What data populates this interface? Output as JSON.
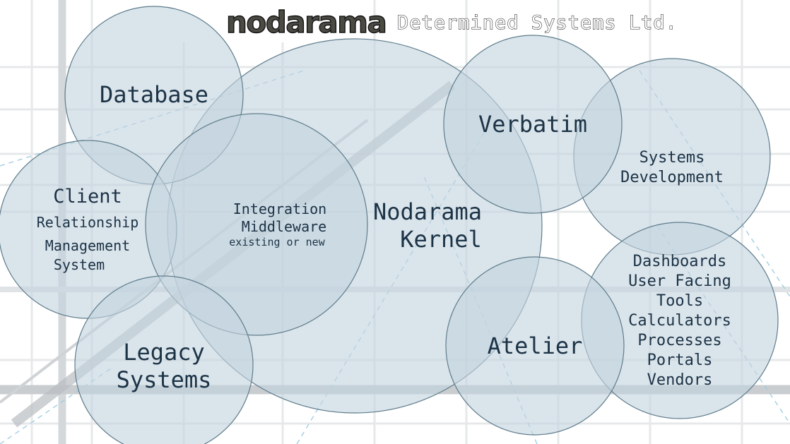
{
  "header": {
    "brand": "nodarama",
    "tagline": "Determined Systems Ltd."
  },
  "bubbles": {
    "database": [
      "Database"
    ],
    "crm": [
      "Client",
      "Relationship",
      "Management",
      "System"
    ],
    "integration": [
      "Integration",
      "Middleware",
      "existing or new"
    ],
    "kernel": [
      "Nodarama",
      "Kernel"
    ],
    "legacy": [
      "Legacy",
      "Systems"
    ],
    "verbatim": [
      "Verbatim"
    ],
    "sysdev": [
      "Systems",
      "Development"
    ],
    "atelier": [
      "Atelier"
    ],
    "dashboards": [
      "Dashboards",
      "User Facing",
      "Tools",
      "Calculators",
      "Processes",
      "Portals",
      "Vendors"
    ]
  },
  "colors": {
    "bubble_fill": "#c3d4de",
    "bubble_stroke": "#5f7d8c",
    "label": "#1c3346",
    "grid": "#e3e6e8",
    "accent_dashed": "#9ccbe0"
  }
}
